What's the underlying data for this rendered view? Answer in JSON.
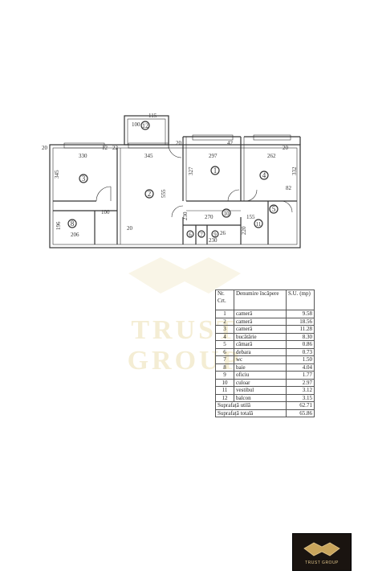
{
  "watermark": {
    "text": "TRUST GROUP"
  },
  "plan": {
    "room_numbers": [
      "1",
      "2",
      "3",
      "4",
      "5",
      "6",
      "7",
      "8",
      "9",
      "10",
      "11",
      "12"
    ],
    "dimensions": [
      "115",
      "100",
      "20",
      "330",
      "12",
      "22",
      "345",
      "20",
      "297",
      "42",
      "262",
      "20",
      "345",
      "327",
      "555",
      "332",
      "82",
      "100",
      "196",
      "206",
      "20",
      "155",
      "270",
      "230",
      "26",
      "230",
      "220"
    ]
  },
  "table": {
    "header": {
      "nr": "Nr. Crt.",
      "name": "Denumire încăpere",
      "su": "S.U. (mp)"
    },
    "rows": [
      {
        "nr": "1",
        "name": "cameră",
        "su": "9.58"
      },
      {
        "nr": "2",
        "name": "cameră",
        "su": "18.56"
      },
      {
        "nr": "3",
        "name": "cameră",
        "su": "11.28"
      },
      {
        "nr": "4",
        "name": "bucătărie",
        "su": "8.30"
      },
      {
        "nr": "5",
        "name": "cămară",
        "su": "0.86"
      },
      {
        "nr": "6",
        "name": "debara",
        "su": "0.73"
      },
      {
        "nr": "7",
        "name": "wc",
        "su": "1.50"
      },
      {
        "nr": "8",
        "name": "baie",
        "su": "4.04"
      },
      {
        "nr": "9",
        "name": "oficiu",
        "su": "1.77"
      },
      {
        "nr": "10",
        "name": "culoar",
        "su": "2.97"
      },
      {
        "nr": "11",
        "name": "vestibul",
        "su": "3.12"
      },
      {
        "nr": "12",
        "name": "balcon",
        "su": "3.15"
      }
    ],
    "totals": [
      {
        "label": "Suprafață utilă",
        "value": "62.71"
      },
      {
        "label": "Suprafață totală",
        "value": "65.86"
      }
    ]
  },
  "logo": {
    "text": "TRUST GROUP"
  },
  "colors": {
    "line": "#333333",
    "watermark": "#dec878",
    "logo_bg": "#1a1410",
    "logo_gold": "#e0c48a"
  }
}
